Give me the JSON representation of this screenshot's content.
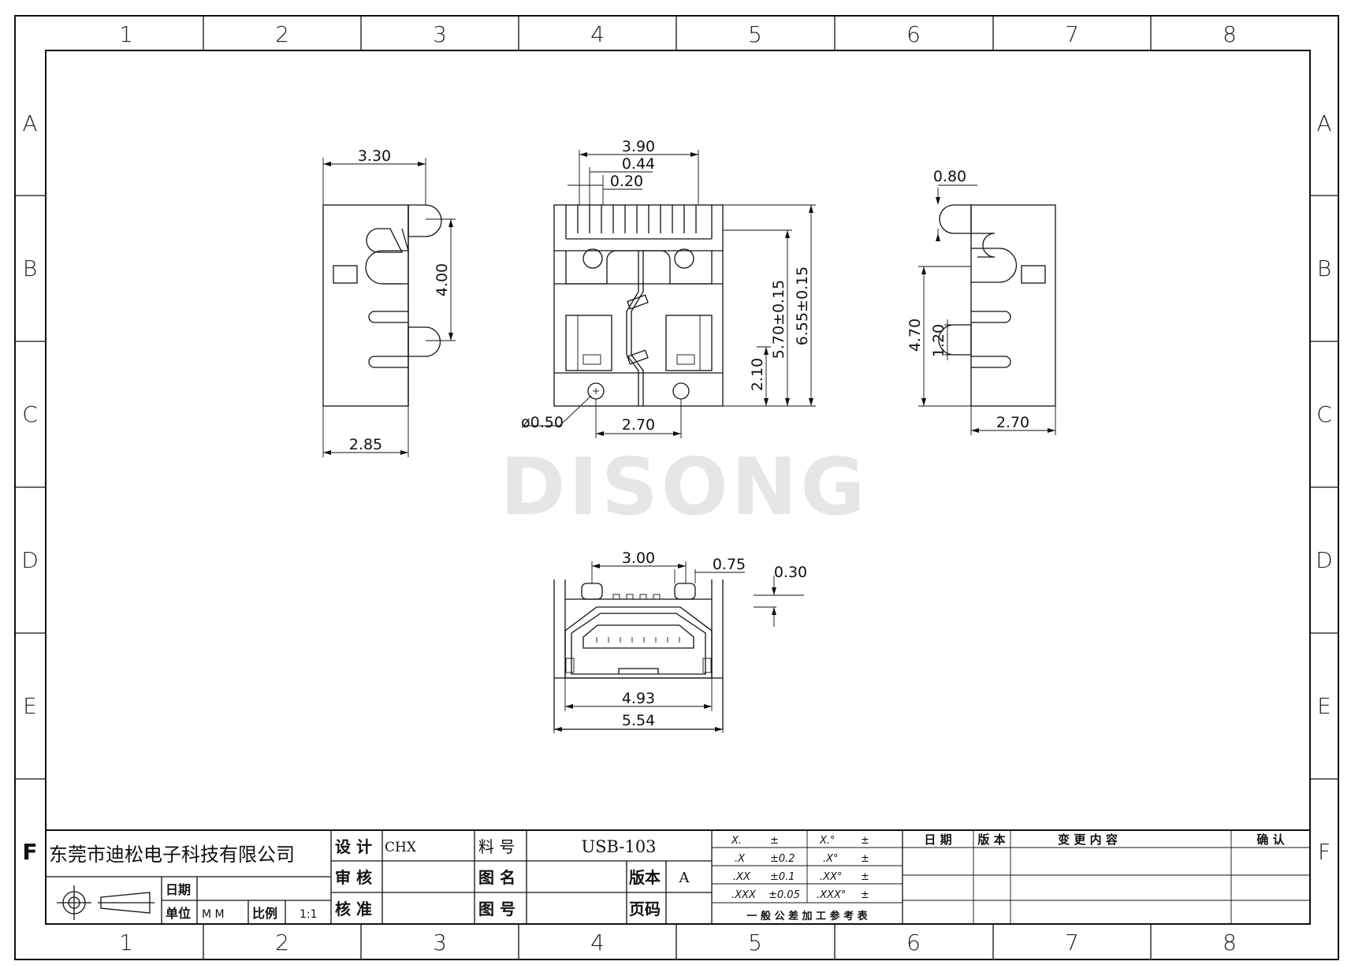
{
  "frame": {
    "col_labels": [
      "1",
      "2",
      "3",
      "4",
      "5",
      "6",
      "7",
      "8"
    ],
    "row_labels": [
      "A",
      "B",
      "C",
      "D",
      "E",
      "F"
    ]
  },
  "watermark": "DISONG",
  "views": {
    "left_side": {
      "dims": [
        "3.30",
        "4.00",
        "2.85"
      ]
    },
    "front": {
      "dims": [
        "3.90",
        "0.44",
        "0.20",
        "5.70±0.15",
        "6.55±0.15",
        "2.10",
        "ø0.50",
        "2.70"
      ]
    },
    "right_side": {
      "dims": [
        "0.80",
        "4.70",
        "1.20",
        "2.70"
      ]
    },
    "end_view": {
      "dims": [
        "3.00",
        "0.75",
        "0.30",
        "4.93",
        "5.54"
      ]
    }
  },
  "title_block": {
    "company": "东莞市迪松电子科技有限公司",
    "date_label": "日期",
    "unit_label": "单位",
    "unit_value": "M M",
    "scale_label": "比例",
    "scale_value": "1:1",
    "design_label": "设 计",
    "design_value": "CHX",
    "review_label": "审 核",
    "approve_label": "核 准",
    "part_no_label": "料 号",
    "part_no_value": "USB-103",
    "drawing_name_label": "图 名",
    "drawing_no_label": "图 号",
    "version_label": "版本",
    "version_value": "A",
    "page_label": "页码",
    "tolerance": {
      "rows": [
        [
          "X.",
          "±",
          "X.°",
          "±"
        ],
        [
          ".X",
          "±0.2",
          ".X°",
          "±"
        ],
        [
          ".XX",
          "±0.1",
          ".XX°",
          "±"
        ],
        [
          ".XXX",
          "±0.05",
          ".XXX°",
          "±"
        ]
      ],
      "caption": "一 般 公 差 加 工 参 考 表"
    },
    "revision_headers": [
      "日  期",
      "版 本",
      "变 更 内 容",
      "确 认"
    ]
  }
}
